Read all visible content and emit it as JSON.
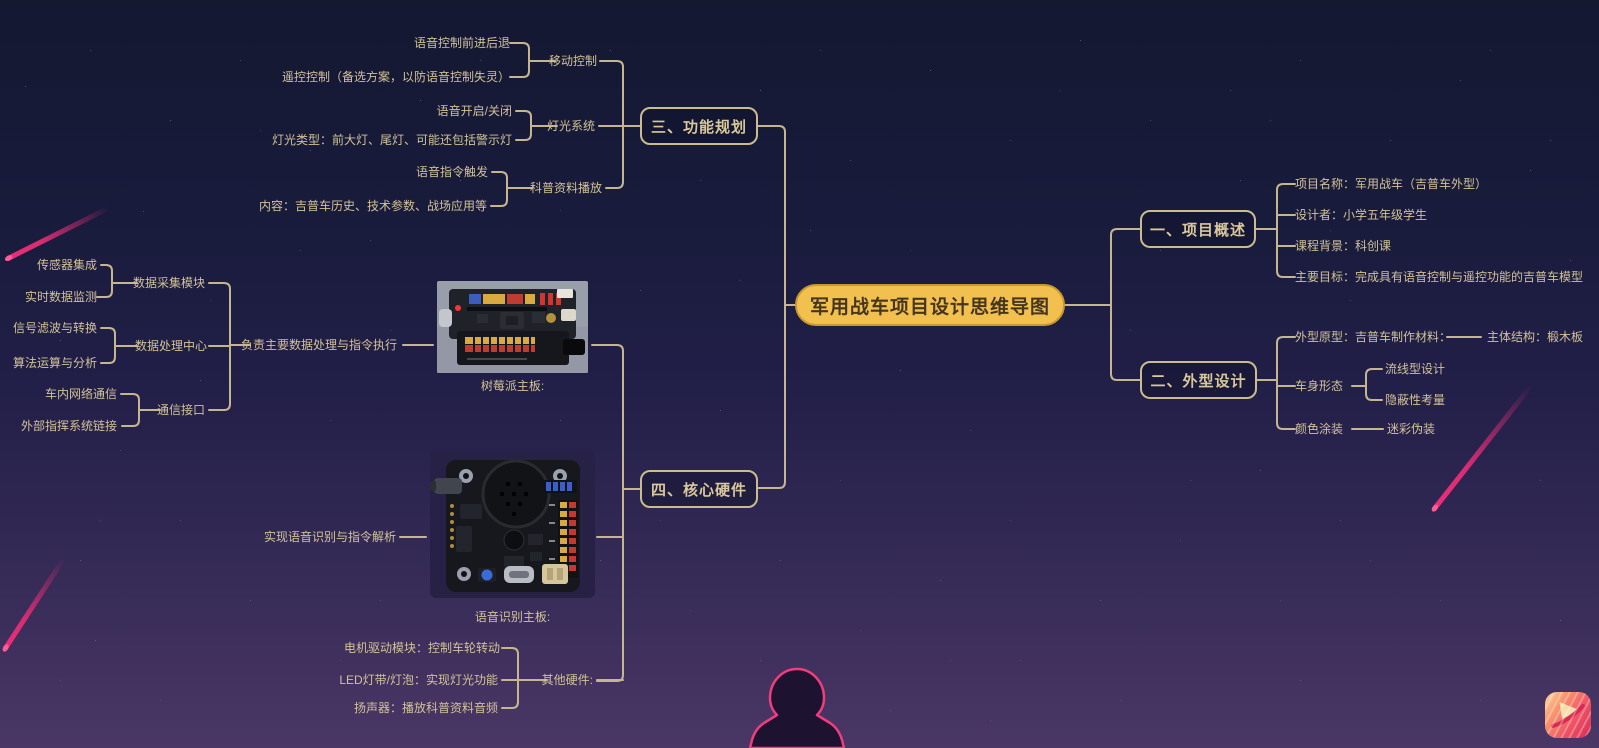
{
  "central": {
    "label": "军用战车项目设计思维导图"
  },
  "branch_overview": {
    "label": "一、项目概述",
    "items": [
      "项目名称：军用战车（吉普车外型）",
      "设计者：小学五年级学生",
      "课程背景：科创课",
      "主要目标：完成具有语音控制与遥控功能的吉普车模型"
    ]
  },
  "branch_design": {
    "label": "二、外型设计",
    "prototype": "外型原型：吉普车制作材料：",
    "prototype_child": "主体结构：椴木板",
    "body_shape": "车身形态",
    "body_children": [
      "流线型设计",
      "隐蔽性考量"
    ],
    "paint": "颜色涂装",
    "paint_child": "迷彩伪装"
  },
  "branch_function": {
    "label": "三、功能规划",
    "move": {
      "label": "移动控制",
      "children": [
        "语音控制前进后退",
        "遥控控制（备选方案，以防语音控制失灵）"
      ]
    },
    "light": {
      "label": "灯光系统",
      "children": [
        "语音开启/关闭",
        "灯光类型：前大灯、尾灯、可能还包括警示灯"
      ]
    },
    "media": {
      "label": "科普资料播放",
      "children": [
        "语音指令触发",
        "内容：吉普车历史、技术参数、战场应用等"
      ]
    }
  },
  "branch_hardware": {
    "label": "四、核心硬件",
    "pi": {
      "caption": "树莓派主板:",
      "role": "负责主要数据处理与指令执行",
      "collect": {
        "label": "数据采集模块",
        "children": [
          "传感器集成",
          "实时数据监测"
        ]
      },
      "process": {
        "label": "数据处理中心",
        "children": [
          "信号滤波与转换",
          "算法运算与分析"
        ]
      },
      "comm": {
        "label": "通信接口",
        "children": [
          "车内网络通信",
          "外部指挥系统链接"
        ]
      }
    },
    "voice": {
      "caption": "语音识别主板:",
      "role": "实现语音识别与指令解析"
    },
    "other": {
      "label": "其他硬件:",
      "children": [
        "电机驱动模块：控制车轮转动",
        "LED灯带/灯泡：实现灯光功能",
        "扬声器：播放科普资料音频"
      ]
    }
  },
  "colors": {
    "background_top": "#141831",
    "background_bottom": "#4a3765",
    "node_border": "#cabb90",
    "node_text": "#d8c89c",
    "central_fill": "#f2c04e",
    "central_text": "#46361f",
    "connector": "#c6b690",
    "comet": "#ee2f78"
  }
}
